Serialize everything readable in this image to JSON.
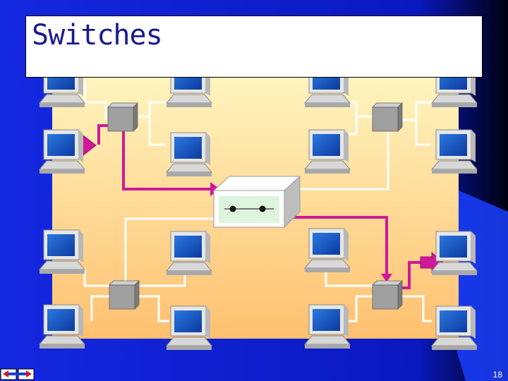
{
  "slide": {
    "title": "Switches",
    "page_number": "18"
  },
  "diagram": {
    "nodes": [
      {
        "id": "pc-top-1",
        "kind": "computer"
      },
      {
        "id": "pc-top-2",
        "kind": "computer"
      },
      {
        "id": "pc-top-3",
        "kind": "computer"
      },
      {
        "id": "pc-top-4",
        "kind": "computer"
      },
      {
        "id": "pc-mid-1",
        "kind": "computer"
      },
      {
        "id": "pc-mid-2",
        "kind": "computer"
      },
      {
        "id": "pc-mid-3",
        "kind": "computer"
      },
      {
        "id": "pc-mid-4",
        "kind": "computer"
      },
      {
        "id": "pc-low-1",
        "kind": "computer"
      },
      {
        "id": "pc-low-2",
        "kind": "computer"
      },
      {
        "id": "pc-low-3",
        "kind": "computer"
      },
      {
        "id": "pc-low-4",
        "kind": "computer"
      },
      {
        "id": "pc-bot-1",
        "kind": "computer"
      },
      {
        "id": "pc-bot-2",
        "kind": "computer"
      },
      {
        "id": "pc-bot-3",
        "kind": "computer"
      },
      {
        "id": "pc-bot-4",
        "kind": "computer"
      },
      {
        "id": "hub-1",
        "kind": "hub"
      },
      {
        "id": "hub-2",
        "kind": "hub"
      },
      {
        "id": "hub-3",
        "kind": "hub"
      },
      {
        "id": "hub-4",
        "kind": "hub"
      },
      {
        "id": "switch",
        "kind": "switch"
      }
    ],
    "highlight_path": [
      "pc-mid-1",
      "hub-1",
      "switch",
      "hub-4",
      "pc-low-4"
    ],
    "colors": {
      "background": "#0c1ccc",
      "panel_top": "#fff6c0",
      "panel_bottom": "#ffc070",
      "cable": "#ffffff",
      "highlight": "#d0189a",
      "hub": "#a0a0a0",
      "switch_face": "#ddf5dd",
      "monitor_screen": "#1a57c8"
    }
  }
}
